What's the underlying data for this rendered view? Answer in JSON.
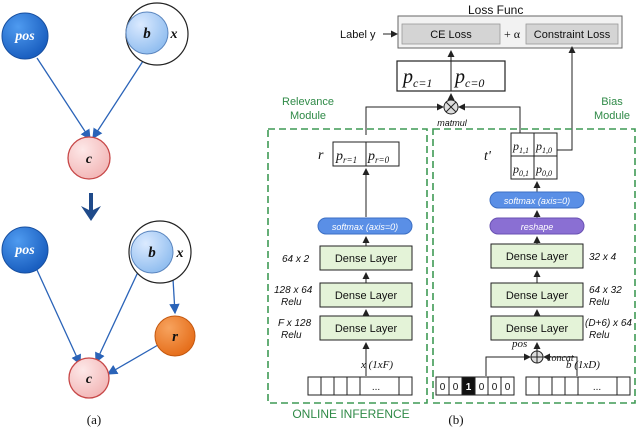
{
  "panel_a": {
    "caption": "(a)",
    "top": {
      "pos": "pos",
      "b": "b",
      "x": "x",
      "c": "c"
    },
    "bottom": {
      "pos": "pos",
      "b": "b",
      "x": "x",
      "r": "r",
      "c": "c"
    }
  },
  "panel_b": {
    "caption": "(b)",
    "loss": {
      "title": "Loss Func",
      "label": "Label y",
      "ce": "CE Loss",
      "plus": "+ α",
      "constraint": "Constraint Loss"
    },
    "pc": {
      "left": "p",
      "left_sub": "c=1",
      "right": "p",
      "right_sub": "c=0"
    },
    "matmul": "matmul",
    "relevance": {
      "title_line1": "Relevance",
      "title_line2": "Module",
      "r_label": "r",
      "pr_left": "p",
      "pr_left_sub": "r=1",
      "pr_right": "p",
      "pr_right_sub": "r=0",
      "softmax": "softmax (axis=0)",
      "dense": "Dense Layer",
      "shape_top": "64 x 2",
      "shape_mid_1": "128 x 64",
      "shape_mid_2": "Relu",
      "shape_bot_1": "F x 128",
      "shape_bot_2": "Relu",
      "input": "x (1xF)",
      "ellipsis": "..."
    },
    "bias": {
      "title_line1": "Bias",
      "title_line2": "Module",
      "t_label": "t'",
      "cells": [
        {
          "p": "p",
          "sub": "1,1"
        },
        {
          "p": "p",
          "sub": "1,0"
        },
        {
          "p": "p",
          "sub": "0,1"
        },
        {
          "p": "p",
          "sub": "0,0"
        }
      ],
      "softmax": "softmax (axis=0)",
      "reshape": "reshape",
      "dense": "Dense Layer",
      "shape_top": "32 x 4",
      "shape_mid_1": "64 x 32",
      "shape_mid_2": "Relu",
      "shape_bot_1": "(D+6) x 64",
      "shape_bot_2": "Relu",
      "pos": "pos",
      "concat": "concat",
      "b_input": "b (1xD)",
      "onehot": [
        "0",
        "0",
        "1",
        "0",
        "0",
        "0"
      ],
      "ellipsis": "..."
    },
    "online_inference": "ONLINE INFERENCE"
  },
  "colors": {
    "blue_node": "#1f6fd6",
    "light_blue_node": "#a9cdf3",
    "red_node": "#f6cfcf",
    "orange_node": "#f07f2b",
    "arrow": "#2a63b8",
    "big_arrow": "#1f4a8a",
    "green_box": "#e4f3d8",
    "green_dash": "#3f9a55",
    "softmax": "#5a8fe6",
    "reshape": "#8a6fd3",
    "loss_bg": "#f2f2f2"
  }
}
